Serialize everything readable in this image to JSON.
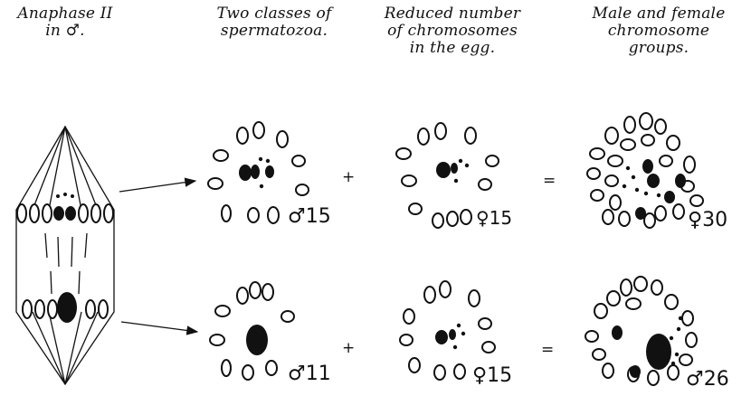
{
  "headers": {
    "anaphase": [
      "Anaphase II",
      "in ♂."
    ],
    "two_classes": [
      "Two classes of",
      "spermatozoa."
    ],
    "reduced": [
      "Reduced number",
      "of chromosomes",
      "in the egg."
    ],
    "male_female": [
      "Male and female",
      "chromosome",
      "groups."
    ]
  },
  "operators": {
    "plus": "+",
    "equals": "="
  },
  "rows": [
    {
      "sperm_label": "♂15",
      "egg_label": "♀15",
      "result_label": "♀30"
    },
    {
      "sperm_label": "♂11",
      "egg_label": "♀15",
      "result_label": "♂26"
    }
  ],
  "colors": {
    "ink": "#111111",
    "background": "#ffffff"
  }
}
